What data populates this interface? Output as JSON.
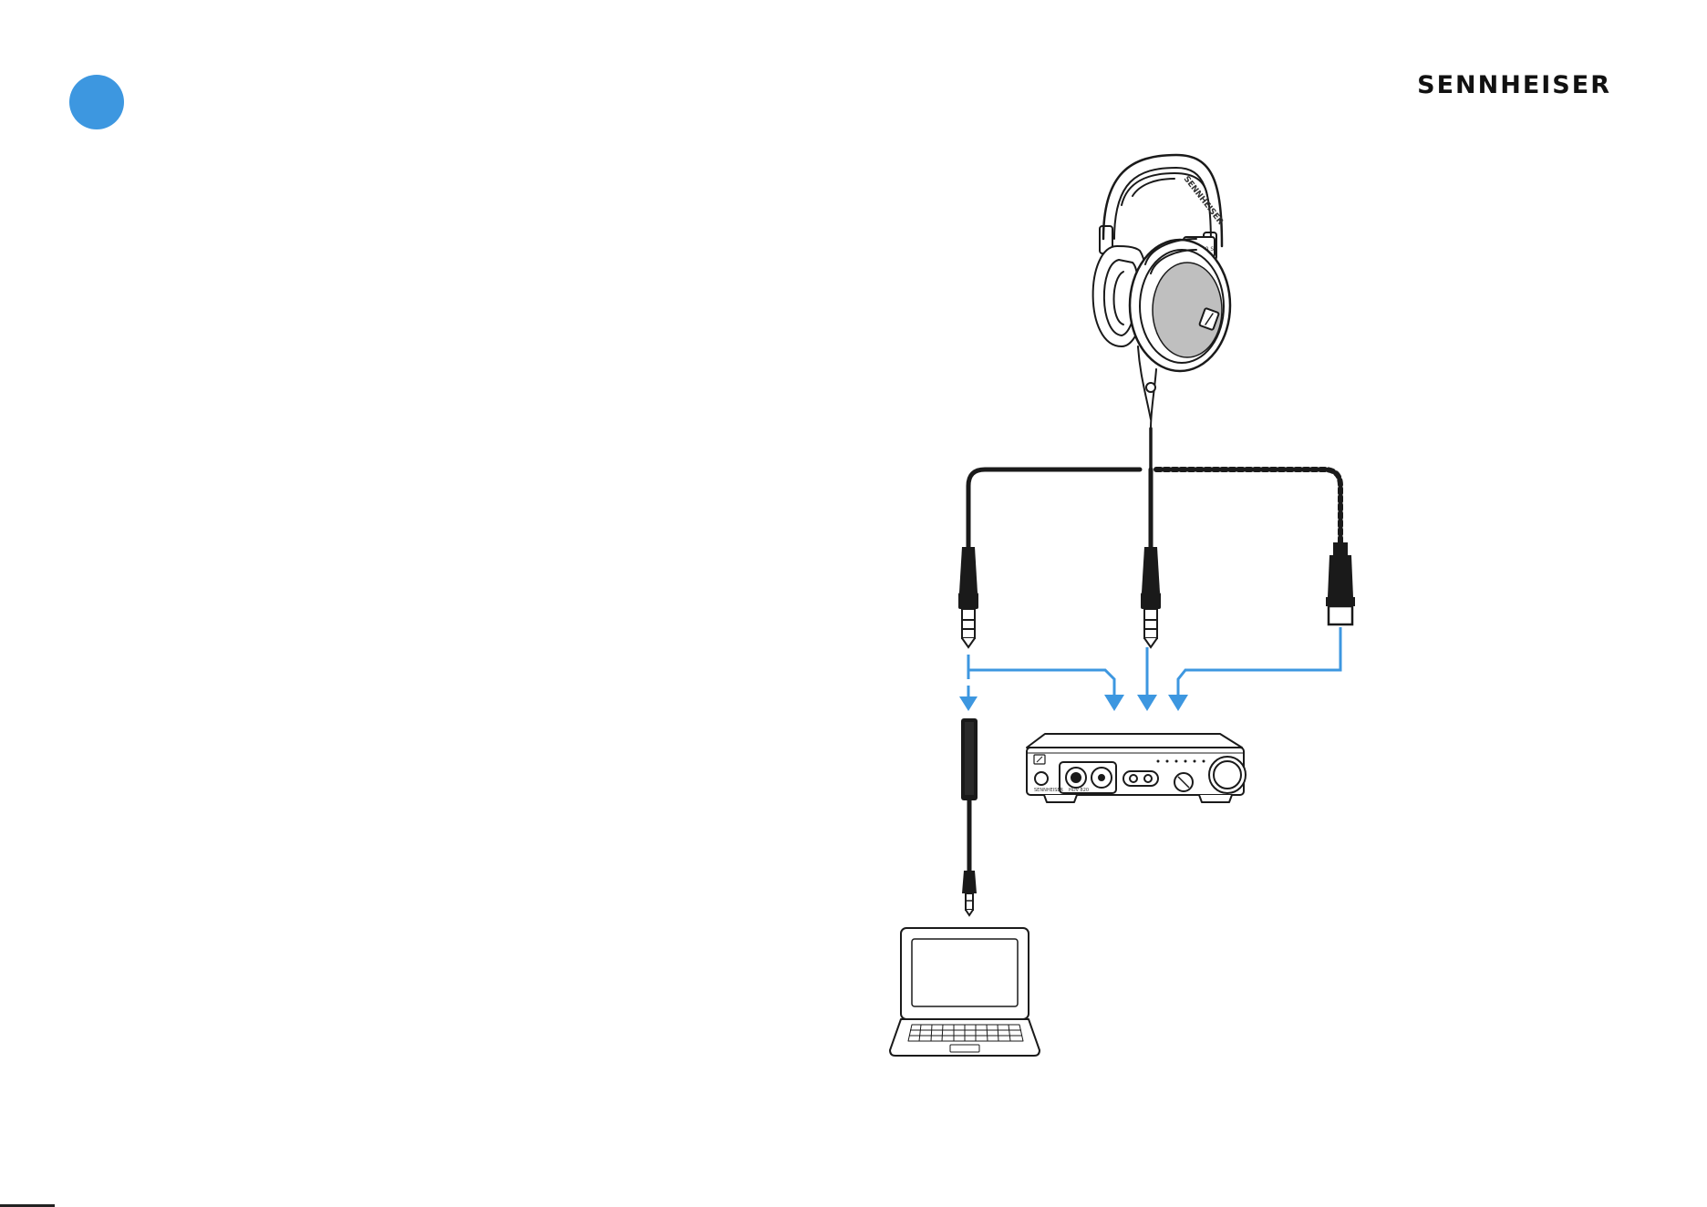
{
  "brand": {
    "name": "SENNHEISER"
  },
  "headphones": {
    "model_label": "HD 660 S",
    "headband_text": "SENNHEISER"
  },
  "amplifier": {
    "brand_label": "SENNHEISER",
    "model_label": "HDV 820"
  },
  "colors": {
    "accent": "#3d97e0",
    "ink": "#111111",
    "cup_fill": "#bfbfbf",
    "background": "#ffffff"
  },
  "icons": {
    "step": "step-circle",
    "headphones": "headphones-icon",
    "amplifier": "headphone-amplifier-icon",
    "laptop": "laptop-icon",
    "plug_6_3mm": "jack-plug-6-3mm-icon",
    "plug_xlr": "balanced-xlr-plug-icon",
    "adapter": "jack-adapter-icon"
  }
}
